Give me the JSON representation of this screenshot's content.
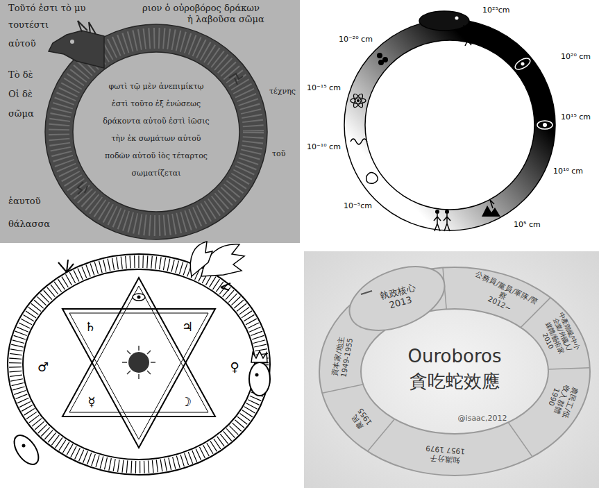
{
  "diagram": {
    "nodes": [
      {
        "text": [
          "執政核心",
          "2013"
        ]
      },
      {
        "text": [
          "公務員/黨員/軍隊/警察",
          "2012~"
        ]
      },
      {
        "text": [
          "中產階級/中小企業/外國人/媒體/藝術家",
          "2010"
        ]
      },
      {
        "text": [
          "農民工/低收入群體",
          "1990"
        ]
      },
      {
        "text": [
          "知識分子",
          "1957 1979"
        ]
      },
      {
        "text": [
          "農民",
          "1955"
        ]
      },
      {
        "text": [
          "資本家/地主",
          "1949-1955"
        ]
      }
    ],
    "labels": [
      "Τοῦτό ἐστι τὸ μυ",
      "ριον ὁ οὐροβόρος δράκων",
      "τουτέστι",
      "ἡ λαβοῦσα σῶμα",
      "αὐτοῦ",
      "Τὸ δὲ",
      "Οἱ δὲ",
      "σῶμα",
      "τέχνης",
      "τοῦ",
      "ἑαυτοῦ",
      "θάλασσα",
      "φωτὶ τῷ μὲν ἀνεπιμίκτῳ",
      "ἐστὶ τοῦτο ἐξ ἑνώσεως",
      "δράκοντα αὐτοῦ ἐστὶ ἰῶσις",
      "τὴν ἐκ σωμάτων αὐτοῦ",
      "ποδῶν αὐτοῦ ἰὸς τέταρτος",
      "σωματίζεται",
      "10²⁵cm",
      "10²⁰ cm",
      "10¹⁵ cm",
      "10¹⁰ cm",
      "10⁵ cm",
      "10⁻⁵cm",
      "10⁻¹⁰ cm",
      "10⁻¹⁵ cm",
      "10⁻²⁰ cm",
      "♄",
      "♃",
      "♂",
      "♀",
      "☿",
      "☽",
      "Ouroboros",
      "貪吃蛇效應",
      "@isaac,2012"
    ]
  }
}
